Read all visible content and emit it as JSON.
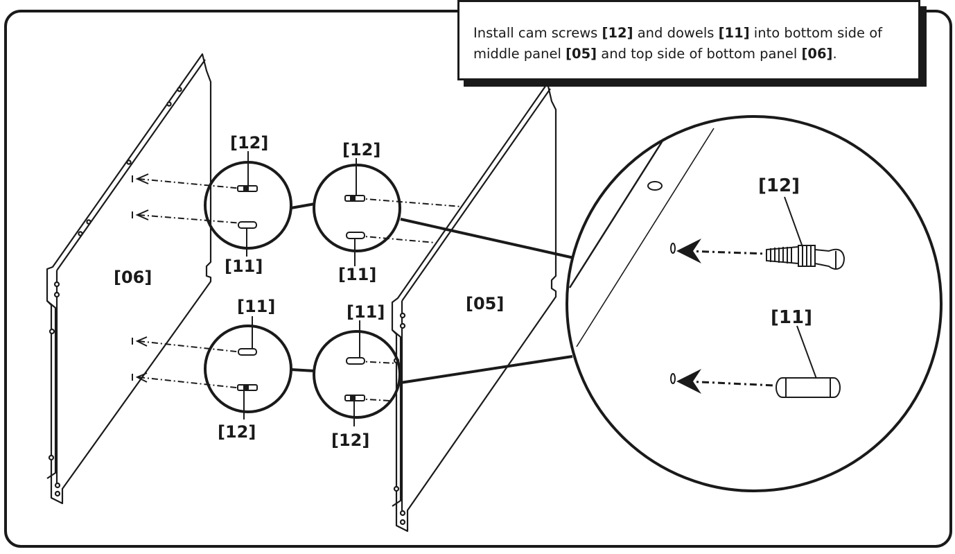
{
  "instruction": {
    "t1": "Install cam screws ",
    "r1": "[12]",
    "t2": " and dowels ",
    "r2": "[11]",
    "t3": " into bottom side of middle panel ",
    "r3": "[05]",
    "t4": " and top side of bottom panel ",
    "r4": "[06]",
    "t5": "."
  },
  "panels": {
    "left_label": "[06]",
    "right_label": "[05]"
  },
  "callouts": {
    "upper_left_top": "[12]",
    "upper_left_bottom": "[11]",
    "upper_right_top": "[12]",
    "upper_right_bottom": "[11]",
    "lower_left_top": "[11]",
    "lower_left_bottom": "[12]",
    "lower_right_top": "[11]",
    "lower_right_bottom": "[12]"
  },
  "detail": {
    "cam_screw_label": "[12]",
    "dowel_label": "[11]"
  }
}
